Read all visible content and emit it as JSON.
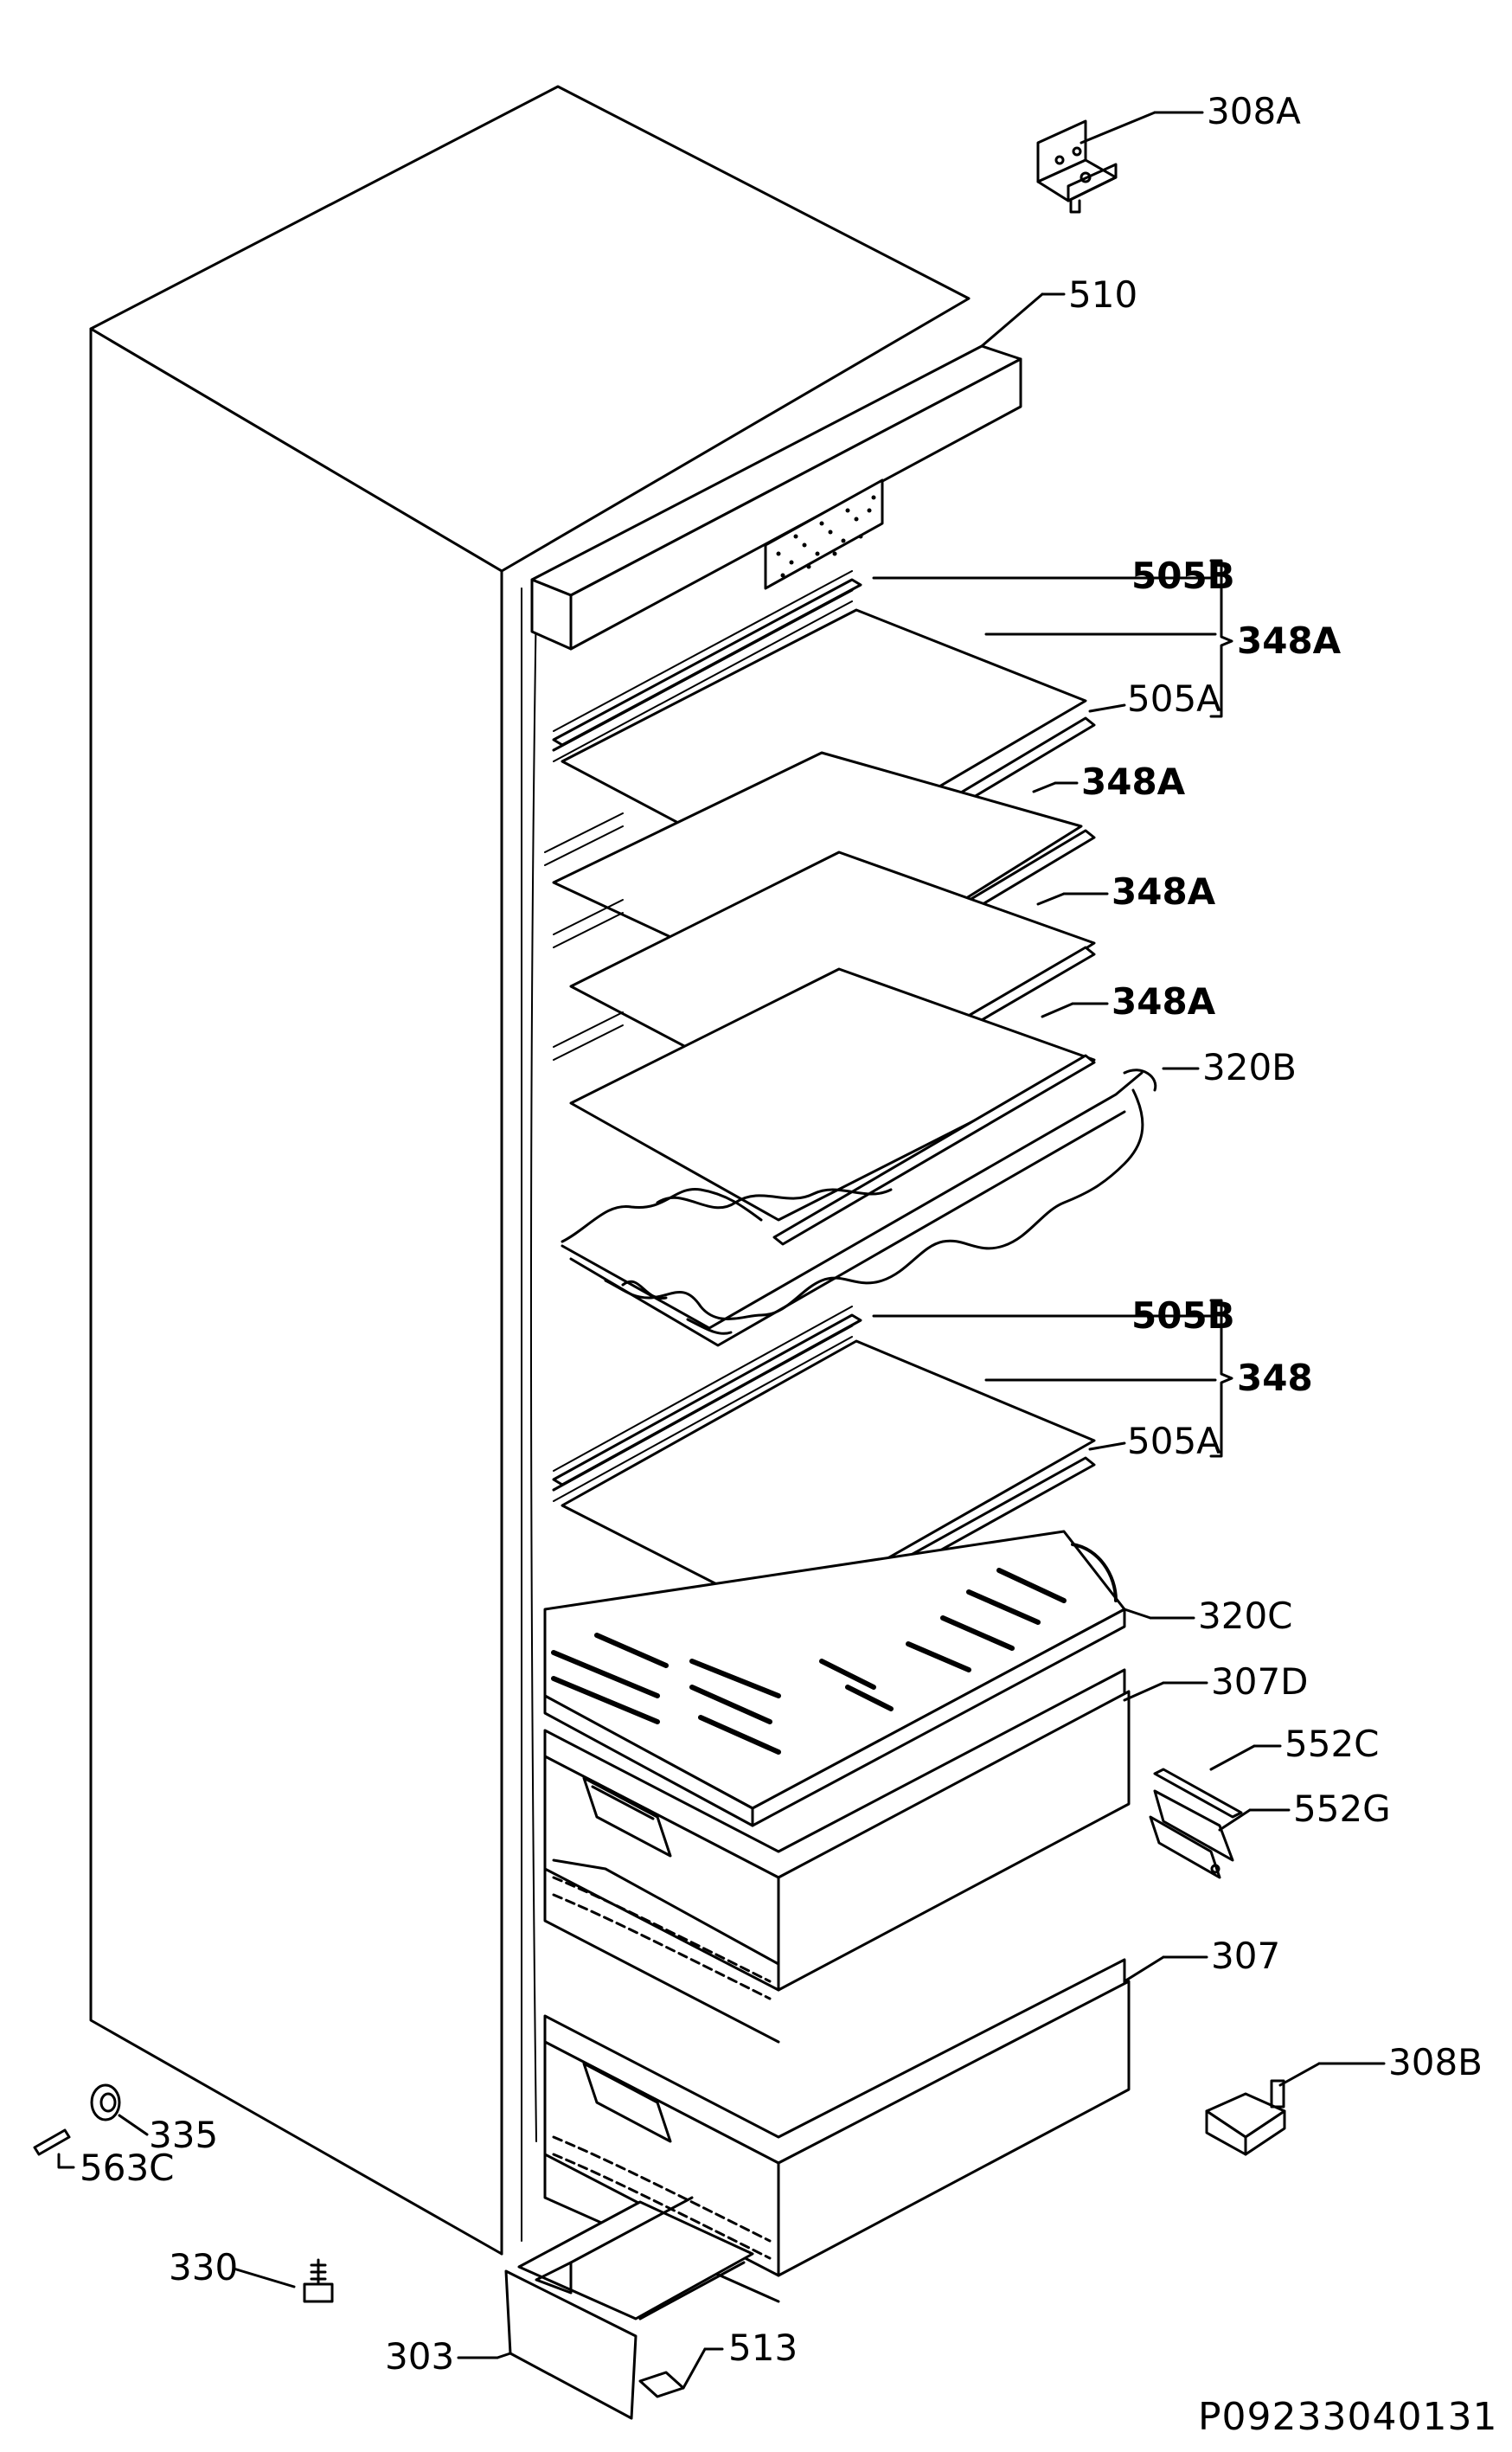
{
  "diagram_code": "P09233040131",
  "labels": {
    "l308A": "308A",
    "l510": "510",
    "l505B_top": "505B",
    "l348A_bracket": "348A",
    "l505A_top": "505A",
    "l348A_2": "348A",
    "l348A_3": "348A",
    "l348A_4": "348A",
    "l320B": "320B",
    "l505B_bot": "505B",
    "l348": "348",
    "l505A_bot": "505A",
    "l320C": "320C",
    "l307D": "307D",
    "l552C": "552C",
    "l552G": "552G",
    "l307": "307",
    "l308B": "308B",
    "l335": "335",
    "l563C": "563C",
    "l330": "330",
    "l303": "303",
    "l513": "513"
  }
}
